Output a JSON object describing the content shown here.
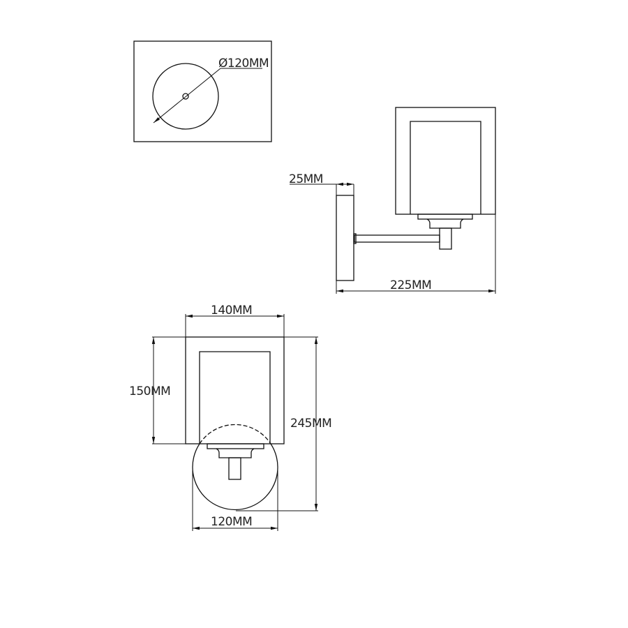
{
  "top_view": {
    "diameter_label": "Ø120MM"
  },
  "side_view": {
    "depth_label": "25MM",
    "projection_label": "225MM"
  },
  "front_view": {
    "width_label": "140MM",
    "shade_height_label": "150MM",
    "total_height_label": "245MM",
    "base_width_label": "120MM"
  },
  "colors": {
    "line": "#111111",
    "background": "#ffffff"
  }
}
